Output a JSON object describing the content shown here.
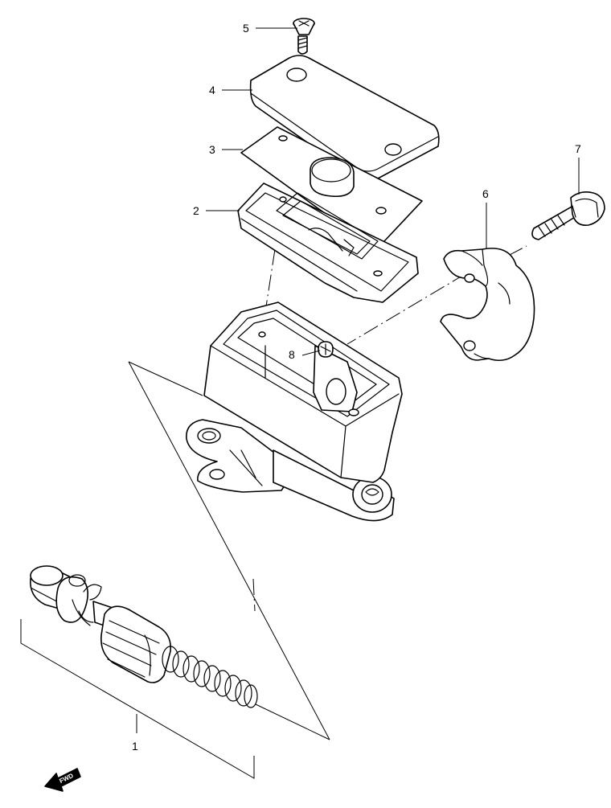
{
  "callouts": [
    {
      "id": "p1",
      "label": "1"
    },
    {
      "id": "p2",
      "label": "2"
    },
    {
      "id": "p3",
      "label": "3"
    },
    {
      "id": "p4",
      "label": "4"
    },
    {
      "id": "p5",
      "label": "5"
    },
    {
      "id": "p6",
      "label": "6"
    },
    {
      "id": "p7",
      "label": "7"
    },
    {
      "id": "p8",
      "label": "8"
    }
  ],
  "fwd_label": "FWD"
}
